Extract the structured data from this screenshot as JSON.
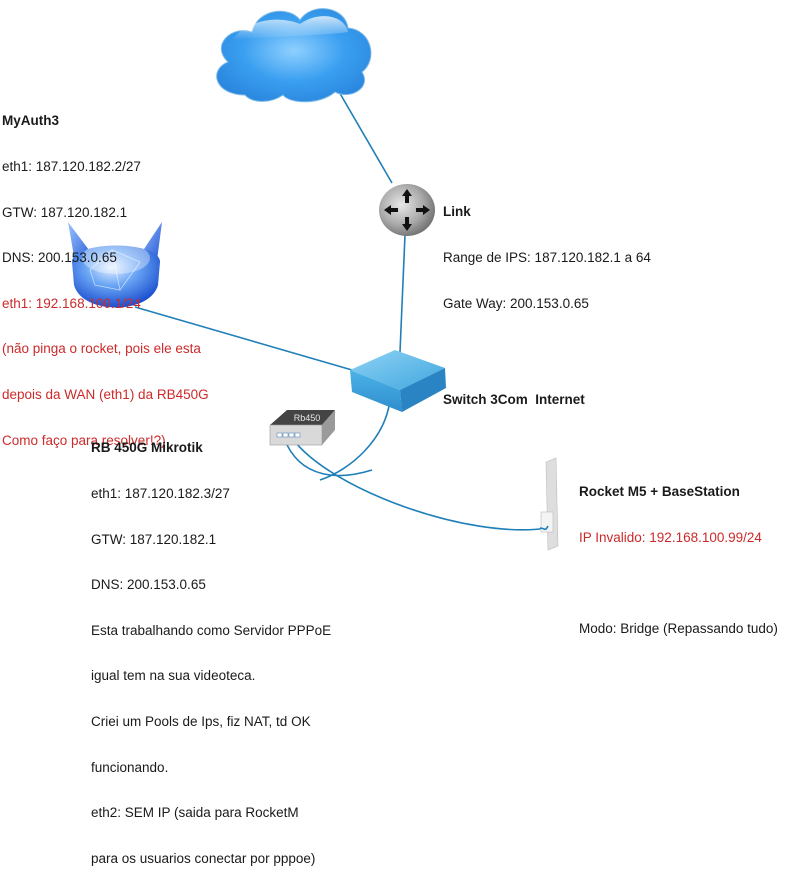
{
  "colors": {
    "link_line": "#1f7fb8",
    "text": "#1a1a1a",
    "warning_text": "#cc2a2a",
    "cloud": "#3aa0f0",
    "switch": "#4fb3e6"
  },
  "nodes": {
    "internet_cloud": {
      "icon": "cloud-icon"
    },
    "myauth": {
      "icon": "server-globe-icon",
      "title": "MyAuth3",
      "lines": [
        "eth1: 187.120.182.2/27",
        "GTW: 187.120.182.1",
        "DNS: 200.153.0.65"
      ],
      "warning_lines": [
        "eth1: 192.168.100.1/24",
        "(não pinga o rocket, pois ele esta",
        "depois da WAN (eth1) da RB450G",
        "Como faço para resolver!?)"
      ]
    },
    "link": {
      "icon": "router-icon",
      "title": "Link",
      "lines": [
        "Range de IPS: 187.120.182.1 a 64",
        "Gate Way: 200.153.0.65"
      ]
    },
    "switch": {
      "icon": "switch-icon",
      "title": "Switch 3Com  Internet"
    },
    "rb450": {
      "icon": "mikrotik-router-icon",
      "device_label": "Rb450",
      "title": "RB 450G Mikrotik",
      "lines": [
        "eth1: 187.120.182.3/27",
        "GTW: 187.120.182.1",
        "DNS: 200.153.0.65",
        "Esta trabalhando como Servidor PPPoE",
        "igual tem na sua videoteca.",
        "Criei um Pools de Ips, fiz NAT, td OK",
        "funcionando.",
        "eth2: SEM IP (saida para RocketM",
        "para os usuarios conectar por pppoe)"
      ]
    },
    "rocket": {
      "icon": "antenna-icon",
      "title": "Rocket M5 + BaseStation",
      "warning_lines": [
        "IP Invalido: 192.168.100.99/24"
      ],
      "lines": [
        "Modo: Bridge (Repassando tudo)"
      ]
    }
  },
  "connections": [
    {
      "from": "internet_cloud",
      "to": "link"
    },
    {
      "from": "link",
      "to": "switch"
    },
    {
      "from": "myauth",
      "to": "switch"
    },
    {
      "from": "switch",
      "to": "rb450"
    },
    {
      "from": "rb450",
      "to": "rocket"
    }
  ]
}
